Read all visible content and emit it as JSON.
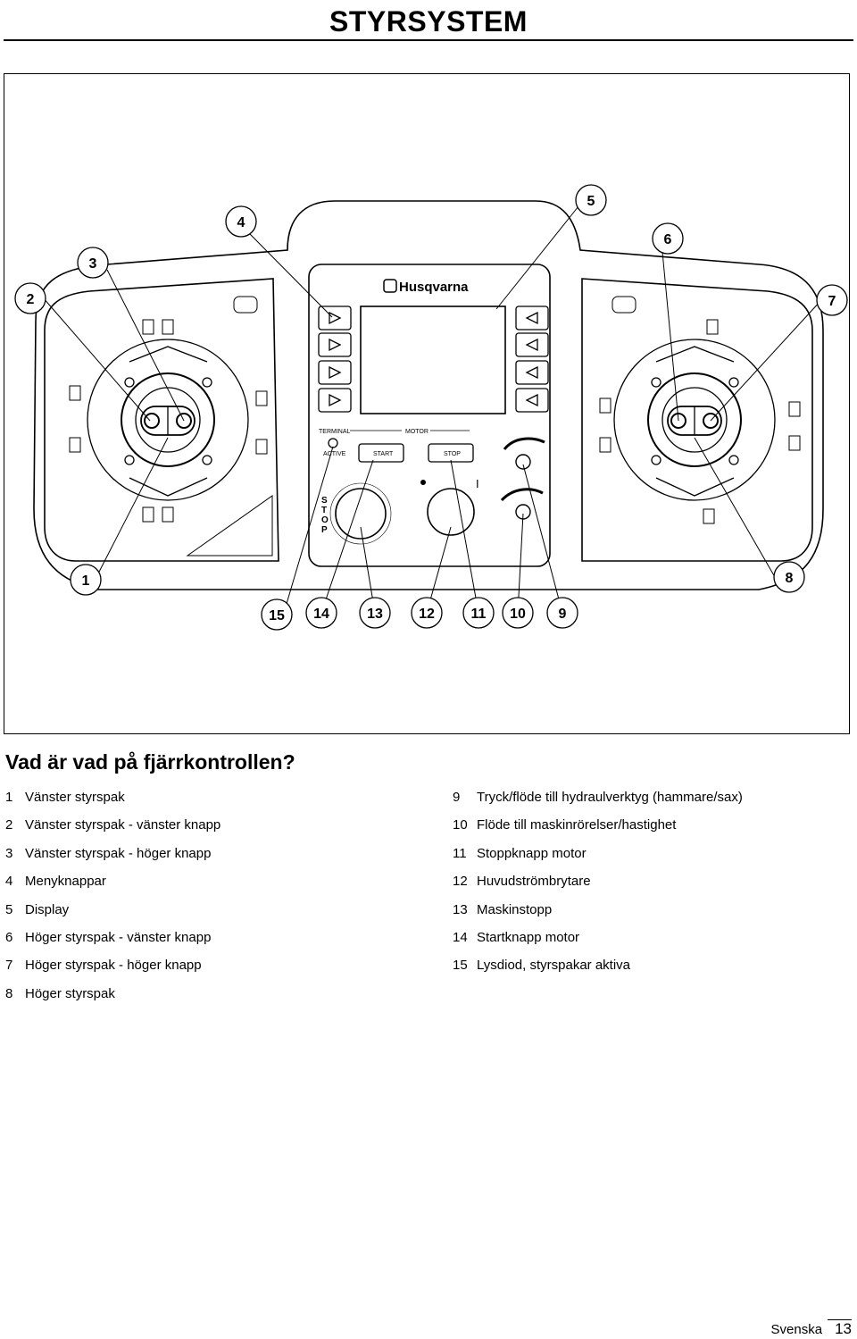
{
  "page": {
    "title": "STYRSYSTEM",
    "heading": "Vad är vad på fjärrkontrollen?",
    "footer_language": "Svenska",
    "footer_page": "13"
  },
  "diagram": {
    "brand": "Husqvarna",
    "panel_labels": {
      "terminal": "TERMINAL",
      "motor": "MOTOR",
      "active": "ACTIVE",
      "start": "START",
      "stop": "STOP",
      "stop_letters": [
        "S",
        "T",
        "O",
        "P"
      ],
      "switch_mark": "I"
    },
    "callouts": [
      "1",
      "2",
      "3",
      "4",
      "5",
      "6",
      "7",
      "8",
      "9",
      "10",
      "11",
      "12",
      "13",
      "14",
      "15"
    ]
  },
  "legend": {
    "left": [
      {
        "num": "1",
        "text": "Vänster styrspak"
      },
      {
        "num": "2",
        "text": "Vänster styrspak - vänster knapp"
      },
      {
        "num": "3",
        "text": "Vänster styrspak - höger knapp"
      },
      {
        "num": "4",
        "text": "Menyknappar"
      },
      {
        "num": "5",
        "text": "Display"
      },
      {
        "num": "6",
        "text": "Höger styrspak - vänster knapp"
      },
      {
        "num": "7",
        "text": "Höger styrspak - höger knapp"
      },
      {
        "num": "8",
        "text": "Höger styrspak"
      }
    ],
    "right": [
      {
        "num": "9",
        "text": "Tryck/flöde till hydraulverktyg (hammare/sax)"
      },
      {
        "num": "10",
        "text": "Flöde till maskinrörelser/hastighet"
      },
      {
        "num": "11",
        "text": "Stoppknapp motor"
      },
      {
        "num": "12",
        "text": "Huvudströmbrytare"
      },
      {
        "num": "13",
        "text": "Maskinstopp"
      },
      {
        "num": "14",
        "text": "Startknapp motor"
      },
      {
        "num": "15",
        "text": "Lysdiod, styrspakar aktiva"
      }
    ]
  }
}
